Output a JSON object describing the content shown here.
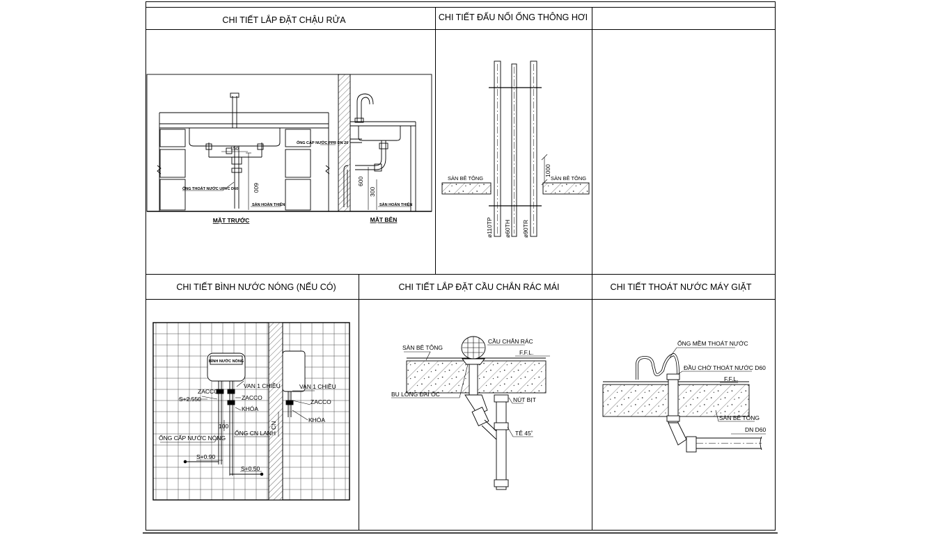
{
  "titles": {
    "sink": "CHI TIẾT LẮP ĐẶT CHẬU RỬA",
    "vent": "CHI TIẾT ĐẤU NỐI ỐNG THÔNG HƠI",
    "heater": "CHI TIẾT BÌNH NƯỚC NÓNG (NẾU CÓ)",
    "roof": "CHI TIẾT LẮP ĐẶT CẦU CHẮN RÁC MÁI",
    "washer": "CHI TIẾT THOÁT NƯỚC MÁY GIẶT"
  },
  "sink": {
    "front_view": "MẶT TRƯỚC",
    "side_view": "MẶT BÊN",
    "dim_150": "150",
    "dim_600_front": "600",
    "dim_600_side": "600",
    "dim_300": "300",
    "drain_pipe": "ỐNG THOÁT NƯỚC UPVC D60",
    "supply_pipe": "ỐNG CẤP NƯỚC PPR DN 20",
    "finished_floor_front": "SÀN HOÀN THIỆN",
    "finished_floor_side": "SÀN HOÀN THIỆN"
  },
  "vent": {
    "slab_left": "SÀN BÊ TÔNG",
    "slab_right": "SÀN BÊ TÔNG",
    "dim_1000": "1000",
    "pipe_1": "ø110TP",
    "pipe_2": "ø60TH",
    "pipe_3": "ø90TR"
  },
  "heater": {
    "tank": "BÌNH NƯỚC NÓNG",
    "zacco_1": "ZACCO",
    "zacco_2": "ZACCO",
    "zacco_3": "ZACCO",
    "check_valve_1": "VAN 1 CHIỀU",
    "check_valve_2": "VAN 1 CHIỀU",
    "valve_1": "KHÓA",
    "valve_2": "KHÓA",
    "level_top": "S+2.550",
    "level_mid": "S+0.90",
    "level_low": "S+0.50",
    "dim_100": "100",
    "hot_pipe": "ỐNG CẤP NƯỚC NÓNG",
    "cold_pipe": "ỐNG CN LẠNH",
    "wall_dim": "CN"
  },
  "roof": {
    "slab": "SÀN BÊ TÔNG",
    "strainer": "CẦU CHẮN RÁC",
    "ffl": "F.F.L.",
    "bolt": "BU LÔNG ĐAI ỐC",
    "plug": "NÚT BỊT",
    "tee": "TÊ 45˚"
  },
  "washer": {
    "hose": "ỐNG MỀM THOÁT NƯỚC",
    "outlet": "ĐẦU CHỜ THOÁT NƯỚC D60",
    "ffl": "F.F.L.",
    "slab": "SÀN BÊ TÔNG",
    "dn": "DN D60"
  }
}
